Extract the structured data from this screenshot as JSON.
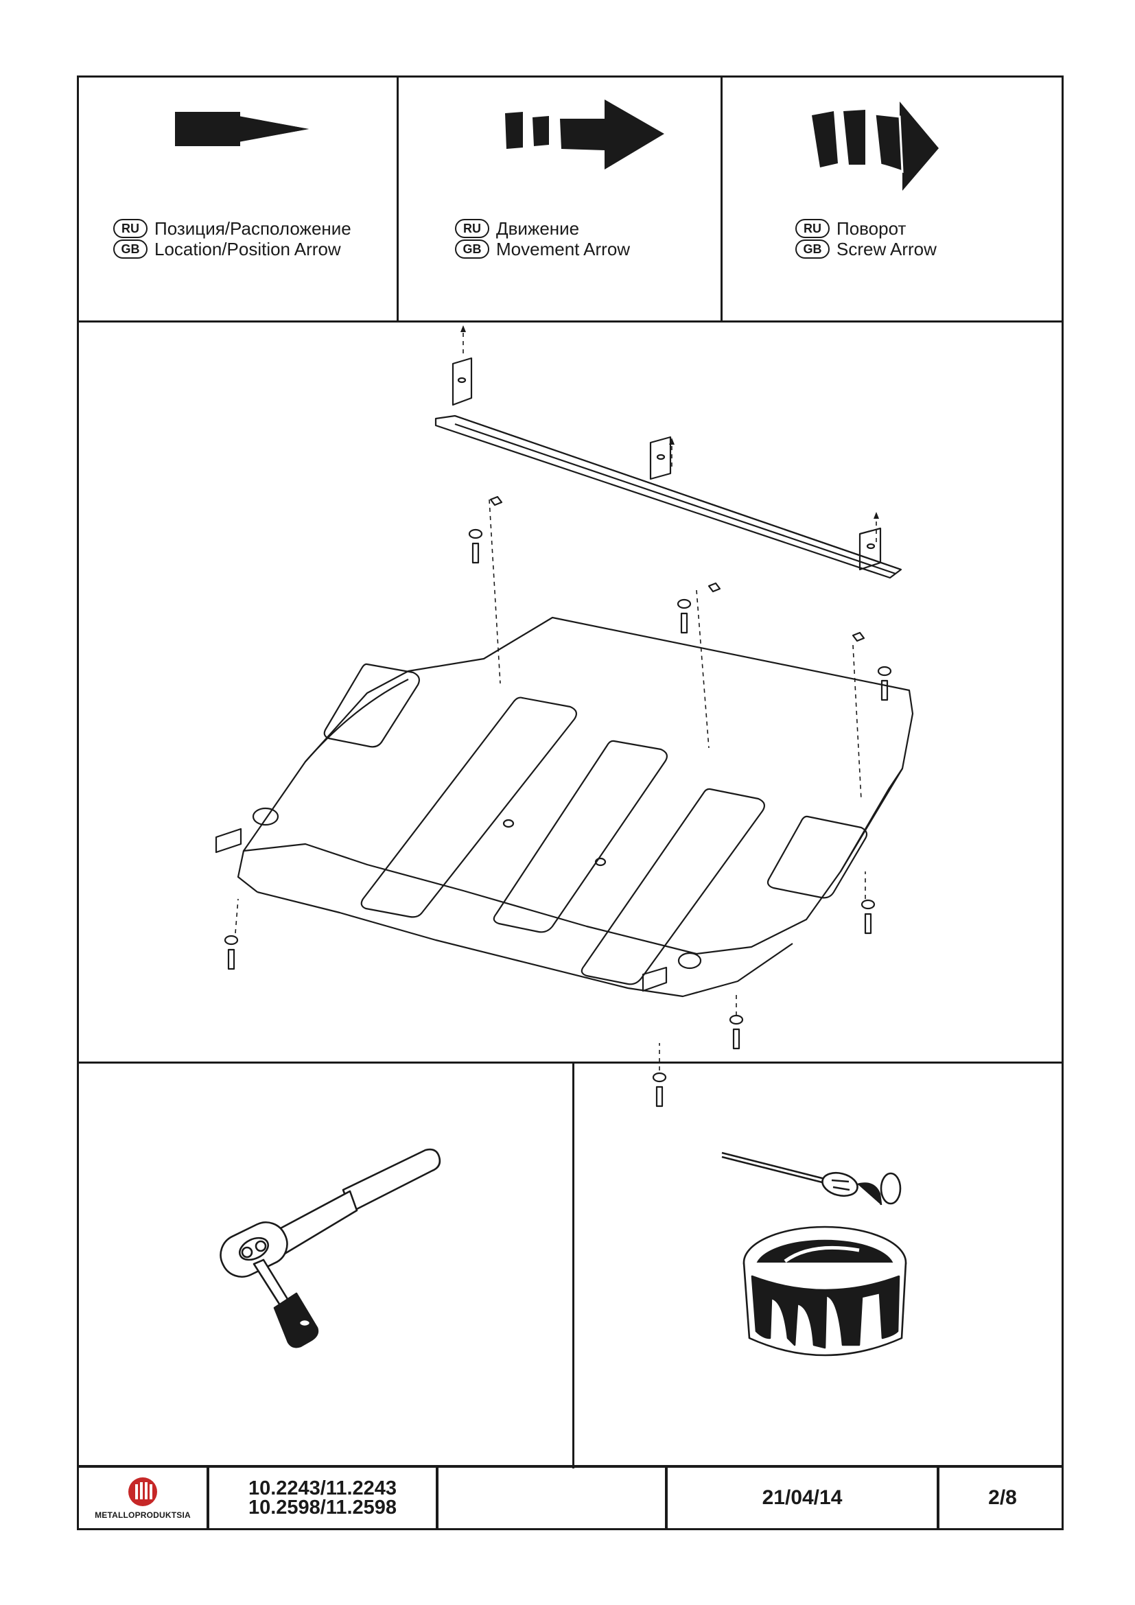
{
  "legend": [
    {
      "ru_badge": "RU",
      "gb_badge": "GB",
      "ru": "Позиция/Расположение",
      "gb": "Location/Position Arrow",
      "icon": "location-arrow-icon"
    },
    {
      "ru_badge": "RU",
      "gb_badge": "GB",
      "ru": "Движение",
      "gb": "Movement Arrow",
      "icon": "movement-arrow-icon"
    },
    {
      "ru_badge": "RU",
      "gb_badge": "GB",
      "ru": "Поворот",
      "gb": "Screw Arrow",
      "icon": "screw-arrow-icon"
    }
  ],
  "tools": {
    "left_icon": "ratchet-wrench-icon",
    "right_icon": "paint-can-brush-icon"
  },
  "footer": {
    "brand": "METALLOPRODUKTSIA",
    "part_numbers_line1": "10.2243/11.2243",
    "part_numbers_line2": "10.2598/11.2598",
    "blank": "",
    "date": "21/04/14",
    "page": "2/8"
  },
  "colors": {
    "ink": "#1a1a1a",
    "brand_red": "#c62828"
  }
}
